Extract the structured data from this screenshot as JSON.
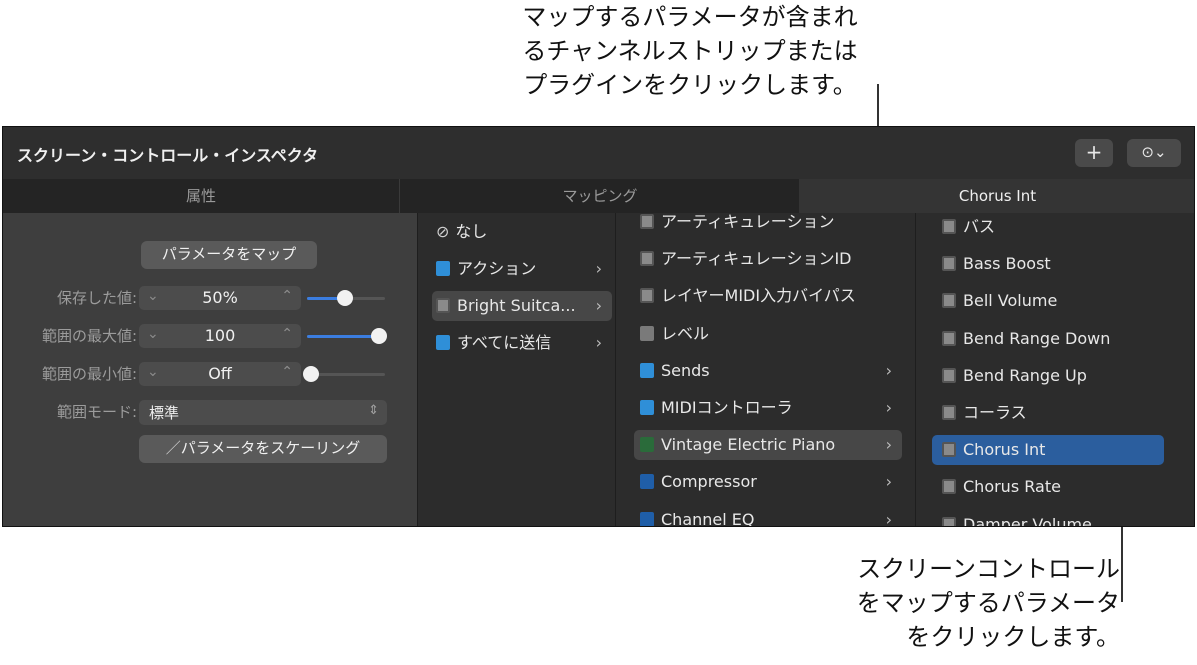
{
  "callouts": {
    "top_line1": "マップするパラメータが含まれ",
    "top_line2": "るチャンネルストリップまたは",
    "top_line3": "プラグインをクリックします。",
    "bottom_line1": "スクリーンコントロール",
    "bottom_line2": "をマップするパラメータ",
    "bottom_line3": "をクリックします。"
  },
  "panel": {
    "title": "スクリーン・コントロール・インスペクタ",
    "add_label": "+",
    "more_label": "⊙⌄"
  },
  "tabs": [
    "属性",
    "マッピング",
    "Chorus Int"
  ],
  "attributes": {
    "map_button": "パラメータをマップ",
    "saved_value_label": "保存した値:",
    "saved_value": "50%",
    "saved_value_level": 0.5,
    "range_max_label": "範囲の最大値:",
    "range_max": "100",
    "range_max_level": 1.0,
    "range_min_label": "範囲の最小値:",
    "range_min": "Off",
    "range_min_level": 0.0,
    "range_mode_label": "範囲モード:",
    "range_mode": "標準",
    "scaling_button": "パラメータをスケーリング",
    "accent_color": "#3b7de0"
  },
  "col1": [
    {
      "label": "なし",
      "icon": "prohibited-icon",
      "arrow": ""
    },
    {
      "label": "アクション",
      "icon": "folder-icon",
      "arrow": "›"
    },
    {
      "label": "Bright Suitca...",
      "icon": "channel-strip-icon",
      "arrow": "›",
      "selected": true
    },
    {
      "label": "すべてに送信",
      "icon": "folder-icon",
      "arrow": "›"
    }
  ],
  "col2": [
    {
      "label": "アーティキュレーション",
      "icon": "channel-strip-icon",
      "arrow": ""
    },
    {
      "label": "アーティキュレーションID",
      "icon": "channel-strip-icon",
      "arrow": ""
    },
    {
      "label": "レイヤーMIDI入力バイパス",
      "icon": "channel-strip-icon",
      "arrow": ""
    },
    {
      "label": "レベル",
      "icon": "level-icon",
      "arrow": ""
    },
    {
      "label": "Sends",
      "icon": "folder-icon",
      "arrow": "›"
    },
    {
      "label": "MIDIコントローラ",
      "icon": "folder-icon",
      "arrow": "›"
    },
    {
      "label": "Vintage Electric Piano",
      "icon": "waveform-icon",
      "arrow": "›",
      "selected": true
    },
    {
      "label": "Compressor",
      "icon": "waveform-icon",
      "arrow": "›"
    },
    {
      "label": "Channel EQ",
      "icon": "waveform-icon",
      "arrow": "›"
    }
  ],
  "col3": [
    {
      "label": "バス",
      "icon": "channel-strip-icon"
    },
    {
      "label": "Bass Boost",
      "icon": "channel-strip-icon"
    },
    {
      "label": "Bell Volume",
      "icon": "channel-strip-icon"
    },
    {
      "label": "Bend Range Down",
      "icon": "channel-strip-icon"
    },
    {
      "label": "Bend Range Up",
      "icon": "channel-strip-icon"
    },
    {
      "label": "コーラス",
      "icon": "channel-strip-icon"
    },
    {
      "label": "Chorus Int",
      "icon": "channel-strip-icon",
      "selected": true
    },
    {
      "label": "Chorus Rate",
      "icon": "channel-strip-icon"
    },
    {
      "label": "Damper Volume",
      "icon": "channel-strip-icon"
    }
  ]
}
